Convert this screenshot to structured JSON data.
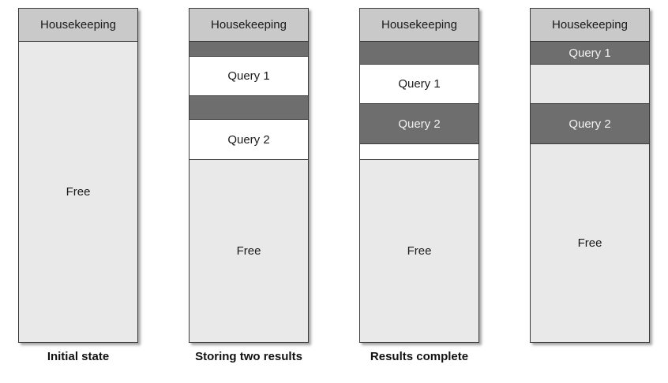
{
  "columns": [
    {
      "caption": "Initial state",
      "blocks": {
        "housekeeping": "Housekeeping",
        "free": "Free"
      }
    },
    {
      "caption": "Storing two results",
      "blocks": {
        "housekeeping": "Housekeeping",
        "query1": "Query 1",
        "query2": "Query 2",
        "free": "Free"
      }
    },
    {
      "caption": "Results complete",
      "blocks": {
        "housekeeping": "Housekeeping",
        "query1": "Query 1",
        "query2": "Query 2",
        "free": "Free"
      }
    },
    {
      "caption": "",
      "blocks": {
        "housekeeping": "Housekeeping",
        "query1": "Query 1",
        "query2": "Query 2",
        "free": "Free"
      }
    }
  ],
  "colors": {
    "housekeeping": "#c9c9c9",
    "used_dark": "#6e6e6e",
    "result_white": "#ffffff",
    "free": "#e9e9e9"
  }
}
